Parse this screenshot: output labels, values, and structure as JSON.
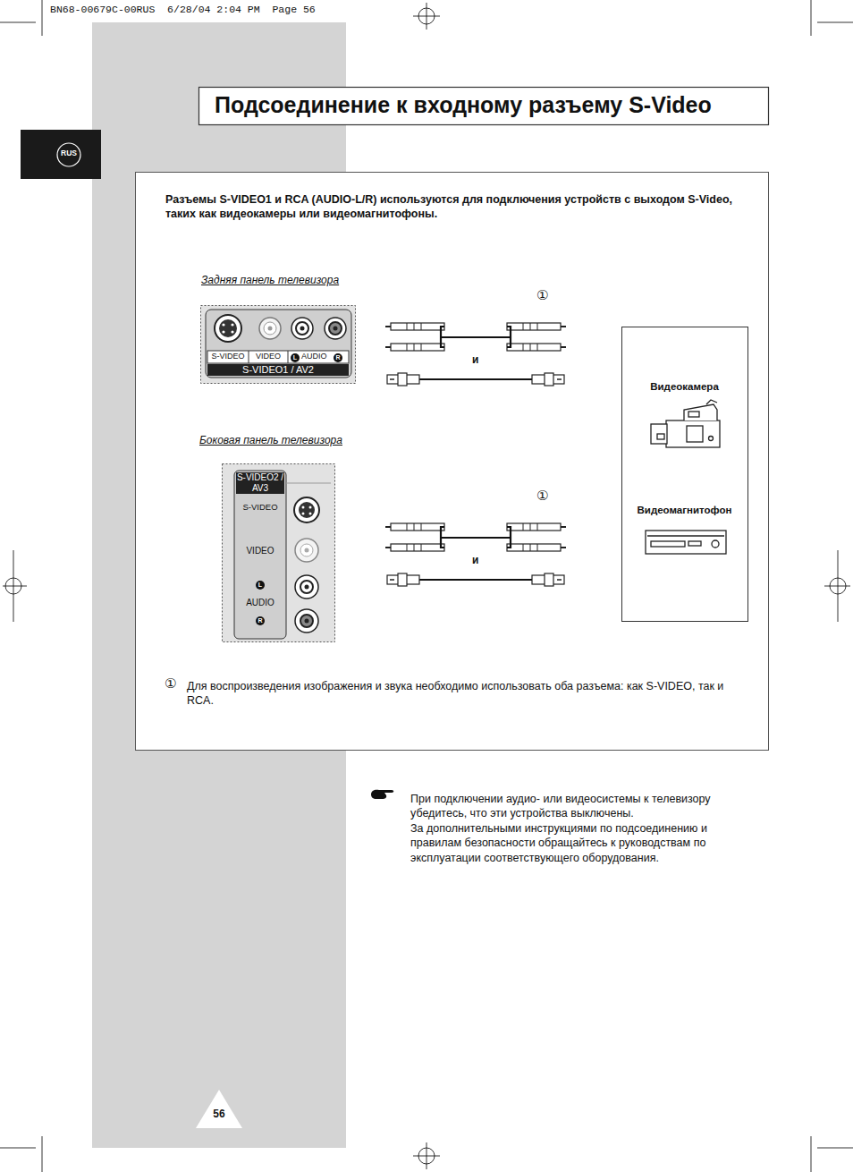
{
  "diagram": {
    "title": "Подсоединение к входному разъему S-Video",
    "nodes": [
      {
        "text": [
          "Задняя панель телевизора",
          "S-VIDEO1 / AV2"
        ]
      },
      {
        "text": [
          "Боковая панель телевизора",
          "S-VIDEO2 / AV3"
        ]
      },
      {
        "text": [
          "Видеокамера",
          "Видеомагнитофон"
        ]
      }
    ],
    "labels": [
      "BN68-00679C-00RUS  6/28/04 2:04 PM  Page 56",
      "RUS",
      "Разъемы S-VIDEO1 и RCA (AUDIO-L/R) используются для подключения устройств с выходом S-Video, таких как видеокамеры или видеомагнитофоны.",
      "S-VIDEO",
      "VIDEO",
      "L",
      "AUDIO",
      "R",
      "①",
      "и",
      "S-VIDEO",
      "VIDEO",
      "L",
      "AUDIO",
      "R",
      "①",
      "и",
      "①",
      "Для воспроизведения изображения и звука необходимо использовать оба разъема: как S-VIDEO, так и RCA.",
      "При подключении аудио- или видеосистемы к телевизору убедитесь, что эти устройства выключены.",
      "За дополнительными инструкциями по подсоединению и правилам безопасности обращайтесь к руководствам по эксплуатации соответствующего оборудования.",
      "56"
    ]
  }
}
